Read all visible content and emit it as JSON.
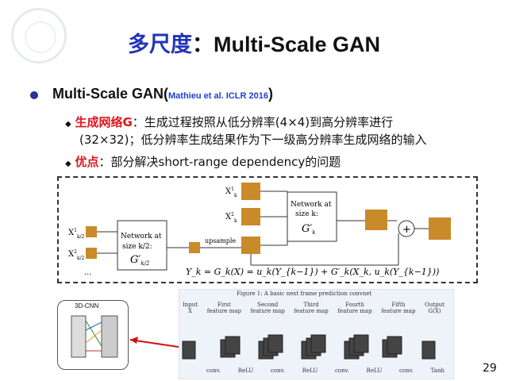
{
  "slide": {
    "title_cn": "多尺度",
    "title_sep": "：",
    "title_en": "Multi-Scale GAN",
    "page_number": "29"
  },
  "bullet": {
    "label": "Multi-Scale GAN(",
    "citation": "Mathieu et al. ICLR 2016",
    "close": ")"
  },
  "sub1": {
    "keyword": "生成网络G",
    "line1": "：生成过程按照从低分辨率(4×4)到高分辨率进行",
    "line2": "(32×32)；低分辨率生成结果作为下一级高分辨率生成网络的输入"
  },
  "sub2": {
    "keyword": "优点",
    "text": "：部分解决short-range dependency的问题"
  },
  "figure": {
    "network_left_l1": "Network at",
    "network_left_l2": "size k/2:",
    "network_left_g": "G′",
    "network_left_sub": "k/2",
    "network_right_l1": "Network at",
    "network_right_l2": "size k:",
    "network_right_g": "G′",
    "network_right_sub": "k",
    "upsample": "upsample",
    "dots": "...",
    "x1k": "X",
    "x2k": "X",
    "x1k2": "X",
    "x2k2": "X",
    "plus": "+",
    "equation": "Y_k = G_k(X) = u_k(Y_{k−1}) + G′_k(X_k, u_k(Y_{k−1}))"
  },
  "cnn_figure": {
    "label": "3D-CNN",
    "caption": "Figure 1: A basic next frame prediction convnet",
    "columns": [
      "Input\nX",
      "First\nfeature map",
      "Second\nfeature map",
      "Third\nfeature map",
      "Fourth\nfeature map",
      "Fifth\nfeature map",
      "Output\nG(X)"
    ],
    "layers": [
      "conv.",
      "ReLU",
      "conv.",
      "ReLU",
      "conv.",
      "ReLU",
      "conv.",
      "Tanh"
    ]
  }
}
